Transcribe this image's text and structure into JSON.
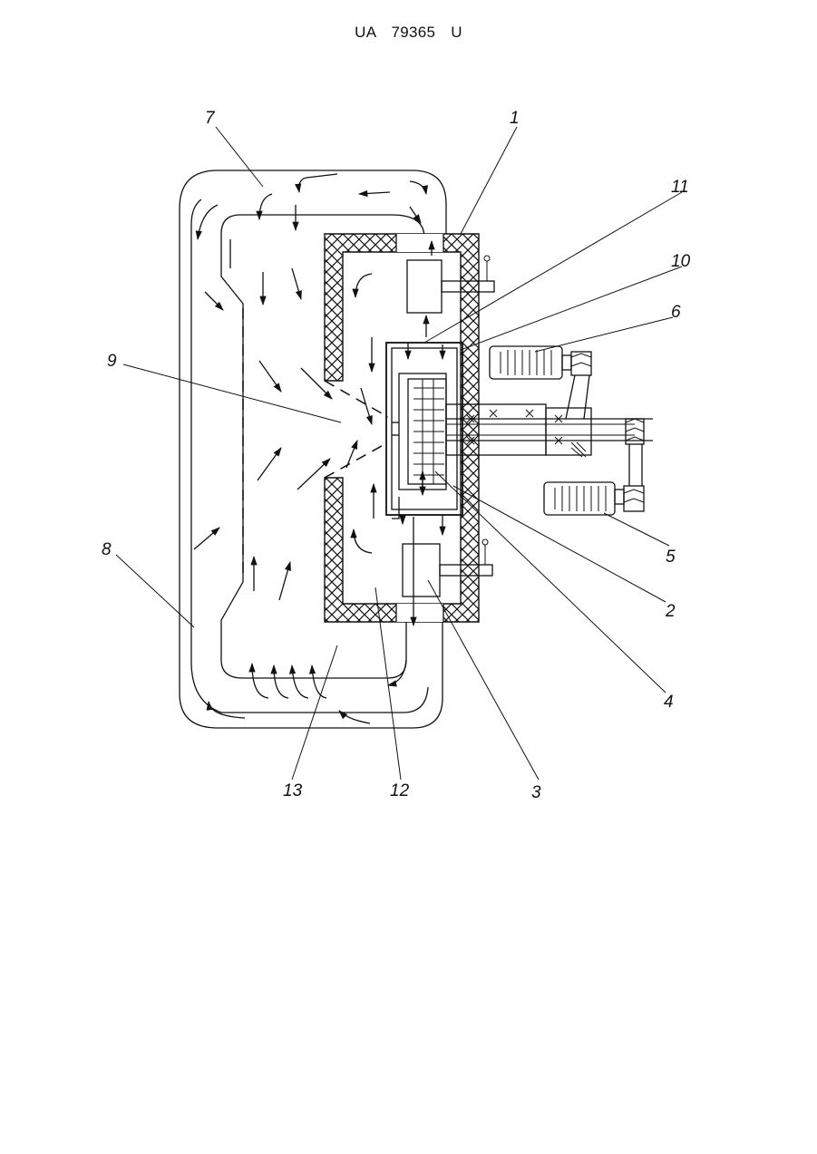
{
  "document": {
    "header": "UA 79365 U"
  },
  "figure": {
    "labels": [
      {
        "id": "label-1",
        "text": "1"
      },
      {
        "id": "label-2",
        "text": "2"
      },
      {
        "id": "label-3",
        "text": "3"
      },
      {
        "id": "label-4",
        "text": "4"
      },
      {
        "id": "label-5",
        "text": "5"
      },
      {
        "id": "label-6",
        "text": "6"
      },
      {
        "id": "label-7",
        "text": "7"
      },
      {
        "id": "label-8",
        "text": "8"
      },
      {
        "id": "label-9",
        "text": "9"
      },
      {
        "id": "label-10",
        "text": "10"
      },
      {
        "id": "label-11",
        "text": "11"
      },
      {
        "id": "label-12",
        "text": "12"
      },
      {
        "id": "label-13",
        "text": "13"
      }
    ]
  }
}
